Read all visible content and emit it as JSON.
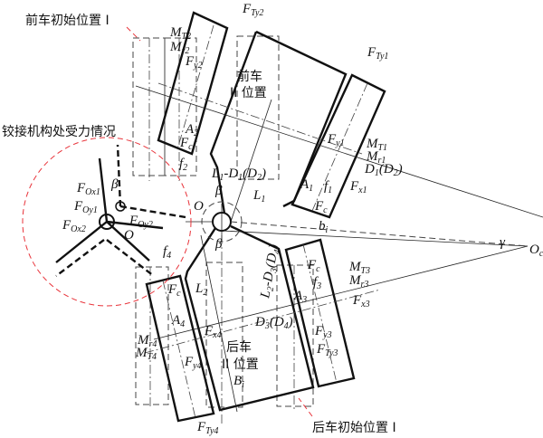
{
  "captions": {
    "front_initial": "前车初始位置 I",
    "hinge_forces": "铰接机构处受力情况",
    "rear_initial": "后车初始位置 I",
    "front_ii_line1": "前车",
    "front_ii_line2": "II 位置",
    "rear_ii_line1": "后车",
    "rear_ii_line2": "II 位置"
  },
  "labels": [
    {
      "id": "F_Ty2",
      "parts": [
        [
          "F",
          ""
        ],
        [
          "Ty2",
          "sub"
        ]
      ]
    },
    {
      "id": "M_T2",
      "parts": [
        [
          "M",
          ""
        ],
        [
          "T2",
          "sub"
        ]
      ]
    },
    {
      "id": "M_r2",
      "parts": [
        [
          "M",
          ""
        ],
        [
          "r2",
          "sub"
        ]
      ]
    },
    {
      "id": "F_y2",
      "parts": [
        [
          "F",
          ""
        ],
        [
          "y2",
          "sub"
        ]
      ]
    },
    {
      "id": "A_2",
      "parts": [
        [
          "A",
          ""
        ],
        [
          "2",
          "sub"
        ]
      ]
    },
    {
      "id": "F_c_front2",
      "parts": [
        [
          "F",
          ""
        ],
        [
          "c",
          "sub"
        ]
      ]
    },
    {
      "id": "f_2",
      "parts": [
        [
          "f",
          ""
        ],
        [
          "2",
          "sub"
        ]
      ]
    },
    {
      "id": "F_Ty1",
      "parts": [
        [
          "F",
          ""
        ],
        [
          "Ty1",
          "sub"
        ]
      ]
    },
    {
      "id": "F_y1",
      "parts": [
        [
          "F",
          ""
        ],
        [
          "y1",
          "sub"
        ]
      ]
    },
    {
      "id": "M_T1",
      "parts": [
        [
          "M",
          ""
        ],
        [
          "T1",
          "sub"
        ]
      ]
    },
    {
      "id": "M_r1",
      "parts": [
        [
          "M",
          ""
        ],
        [
          "r1",
          "sub"
        ]
      ]
    },
    {
      "id": "D1D2",
      "parts": [
        [
          "D",
          ""
        ],
        [
          "1",
          "sub"
        ],
        [
          "(D",
          ""
        ],
        [
          "2",
          "sub"
        ],
        [
          ")",
          ""
        ]
      ]
    },
    {
      "id": "F_x1",
      "parts": [
        [
          "F",
          ""
        ],
        [
          "x1",
          "sub"
        ]
      ]
    },
    {
      "id": "A_1",
      "parts": [
        [
          "A",
          ""
        ],
        [
          "1",
          "sub"
        ]
      ]
    },
    {
      "id": "f_1",
      "parts": [
        [
          "f",
          ""
        ],
        [
          "1",
          "sub"
        ]
      ]
    },
    {
      "id": "F_c_front1",
      "parts": [
        [
          "F",
          ""
        ],
        [
          "c",
          "sub"
        ]
      ]
    },
    {
      "id": "L1D1",
      "parts": [
        [
          "L",
          ""
        ],
        [
          "1",
          "sub"
        ],
        [
          "-D",
          ""
        ],
        [
          "1",
          "sub"
        ],
        [
          "(D",
          ""
        ],
        [
          "2",
          "sub"
        ],
        [
          ")",
          ""
        ]
      ]
    },
    {
      "id": "L_1",
      "parts": [
        [
          "L",
          ""
        ],
        [
          "1",
          "sub"
        ]
      ]
    },
    {
      "id": "beta_top",
      "parts": [
        [
          "β",
          ""
        ]
      ]
    },
    {
      "id": "beta_bot",
      "parts": [
        [
          "β",
          ""
        ]
      ]
    },
    {
      "id": "O_main",
      "parts": [
        [
          "O",
          ""
        ]
      ]
    },
    {
      "id": "b_i",
      "parts": [
        [
          "b",
          ""
        ],
        [
          "i",
          "sub"
        ]
      ]
    },
    {
      "id": "gamma",
      "parts": [
        [
          "γ",
          ""
        ]
      ]
    },
    {
      "id": "O_c1",
      "parts": [
        [
          "O",
          ""
        ],
        [
          "c1",
          "sub"
        ]
      ]
    },
    {
      "id": "F_Ox1",
      "parts": [
        [
          "F",
          ""
        ],
        [
          "Ox1",
          "sub"
        ]
      ]
    },
    {
      "id": "beta_detail",
      "parts": [
        [
          "β",
          ""
        ]
      ]
    },
    {
      "id": "F_Oy1",
      "parts": [
        [
          "F",
          ""
        ],
        [
          "Oy1",
          "sub"
        ]
      ]
    },
    {
      "id": "F_Oy2",
      "parts": [
        [
          "F",
          ""
        ],
        [
          "Oy2",
          "sub"
        ]
      ]
    },
    {
      "id": "F_Ox2",
      "parts": [
        [
          "F",
          ""
        ],
        [
          "Ox2",
          "sub"
        ]
      ]
    },
    {
      "id": "O_detail",
      "parts": [
        [
          "O",
          ""
        ]
      ]
    },
    {
      "id": "f_4",
      "parts": [
        [
          "f",
          ""
        ],
        [
          "4",
          "sub"
        ]
      ]
    },
    {
      "id": "F_c_rear4",
      "parts": [
        [
          "F",
          ""
        ],
        [
          "c",
          "sub"
        ]
      ]
    },
    {
      "id": "A_4",
      "parts": [
        [
          "A",
          ""
        ],
        [
          "4",
          "sub"
        ]
      ]
    },
    {
      "id": "F_x4",
      "parts": [
        [
          "F",
          ""
        ],
        [
          "x4",
          "sub"
        ]
      ]
    },
    {
      "id": "M_r4",
      "parts": [
        [
          "M",
          ""
        ],
        [
          "r4",
          "sub"
        ]
      ]
    },
    {
      "id": "M_T4",
      "parts": [
        [
          "M",
          ""
        ],
        [
          "T4",
          "sub"
        ]
      ]
    },
    {
      "id": "F_y4",
      "parts": [
        [
          "F",
          ""
        ],
        [
          "y4",
          "sub"
        ]
      ]
    },
    {
      "id": "F_Ty4",
      "parts": [
        [
          "F",
          ""
        ],
        [
          "Ty4",
          "sub"
        ]
      ]
    },
    {
      "id": "L_2",
      "parts": [
        [
          "L",
          ""
        ],
        [
          "2",
          "sub"
        ]
      ]
    },
    {
      "id": "L2D3",
      "parts": [
        [
          "L",
          ""
        ],
        [
          "2",
          "sub"
        ],
        [
          "-D",
          ""
        ],
        [
          "3",
          "sub"
        ],
        [
          "(D",
          ""
        ],
        [
          "4",
          "sub"
        ],
        [
          ")",
          ""
        ]
      ]
    },
    {
      "id": "D3D4",
      "parts": [
        [
          "D",
          ""
        ],
        [
          "3",
          "sub"
        ],
        [
          "(D",
          ""
        ],
        [
          "4",
          "sub"
        ],
        [
          ")",
          ""
        ]
      ]
    },
    {
      "id": "B_i",
      "parts": [
        [
          "B",
          ""
        ],
        [
          "i",
          "sub"
        ]
      ]
    },
    {
      "id": "F_c_rear3",
      "parts": [
        [
          "F",
          ""
        ],
        [
          "c",
          "sub"
        ]
      ]
    },
    {
      "id": "M_T3",
      "parts": [
        [
          "M",
          ""
        ],
        [
          "T3",
          "sub"
        ]
      ]
    },
    {
      "id": "M_r3",
      "parts": [
        [
          "M",
          ""
        ],
        [
          "r3",
          "sub"
        ]
      ]
    },
    {
      "id": "f_3",
      "parts": [
        [
          "f",
          ""
        ],
        [
          "3",
          "sub"
        ]
      ]
    },
    {
      "id": "A_3",
      "parts": [
        [
          "A",
          ""
        ],
        [
          "3",
          "sub"
        ]
      ]
    },
    {
      "id": "F_x3",
      "parts": [
        [
          "F",
          ""
        ],
        [
          "x3",
          "sub"
        ]
      ]
    },
    {
      "id": "F_y3",
      "parts": [
        [
          "F",
          ""
        ],
        [
          "y3",
          "sub"
        ]
      ]
    },
    {
      "id": "F_Ty3",
      "parts": [
        [
          "F",
          ""
        ],
        [
          "Ty3",
          "sub"
        ]
      ]
    }
  ],
  "colors": {
    "line": "#111111",
    "highlight": "#e8333a"
  }
}
